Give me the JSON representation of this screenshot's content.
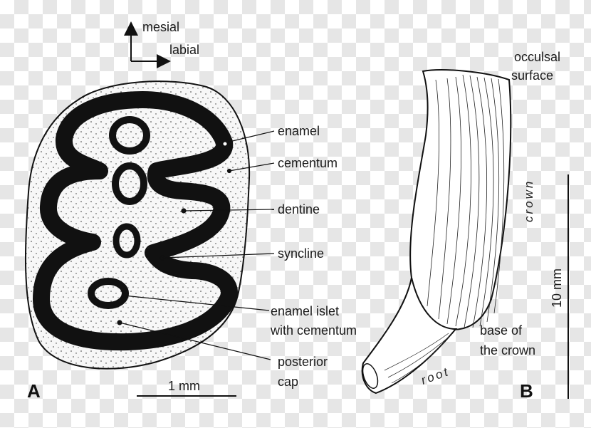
{
  "orientation": {
    "mesial": "mesial",
    "labial": "labial"
  },
  "panel_a": {
    "letter": "A",
    "labels": {
      "enamel": "enamel",
      "cementum": "cementum",
      "dentine": "dentine",
      "syncline": "syncline",
      "islet_line1": "enamel islet",
      "islet_line2": "with cementum",
      "cap_line1": "posterior",
      "cap_line2": "cap"
    },
    "scale": "1 mm"
  },
  "panel_b": {
    "letter": "B",
    "labels": {
      "occ_line1": "occulsal",
      "occ_line2": "surface",
      "crown": "crown",
      "root": "root",
      "base_line1": "base of",
      "base_line2": "the crown"
    },
    "scale": "10 mm"
  }
}
